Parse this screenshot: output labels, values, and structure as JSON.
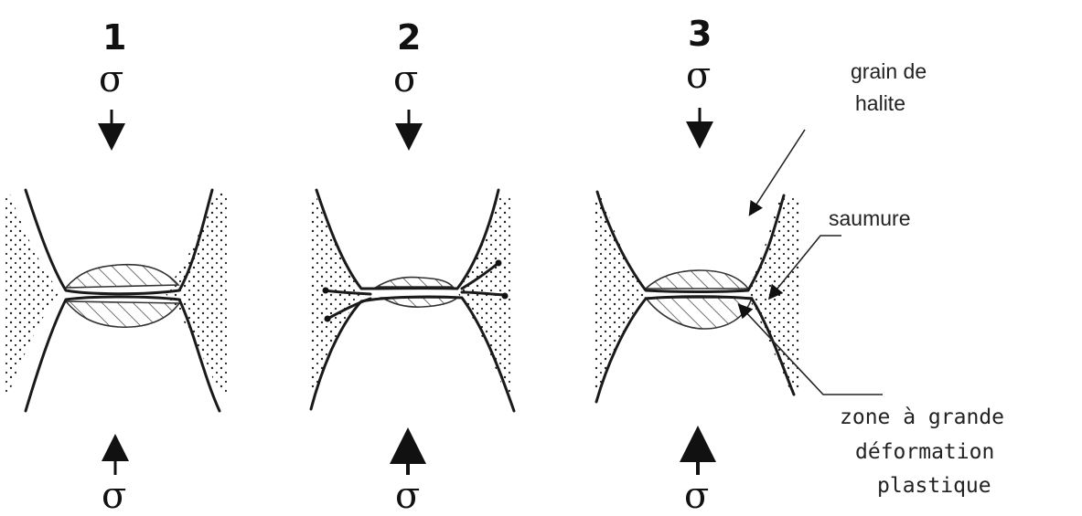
{
  "stages": [
    {
      "number": "1",
      "stress_symbol": "σ"
    },
    {
      "number": "2",
      "stress_symbol": "σ"
    },
    {
      "number": "3",
      "stress_symbol": "σ"
    }
  ],
  "labels": {
    "grain": [
      "grain de",
      "halite"
    ],
    "brine": "saumure",
    "plastic_zone": [
      "zone à grande",
      "déformation",
      "plastique"
    ]
  }
}
